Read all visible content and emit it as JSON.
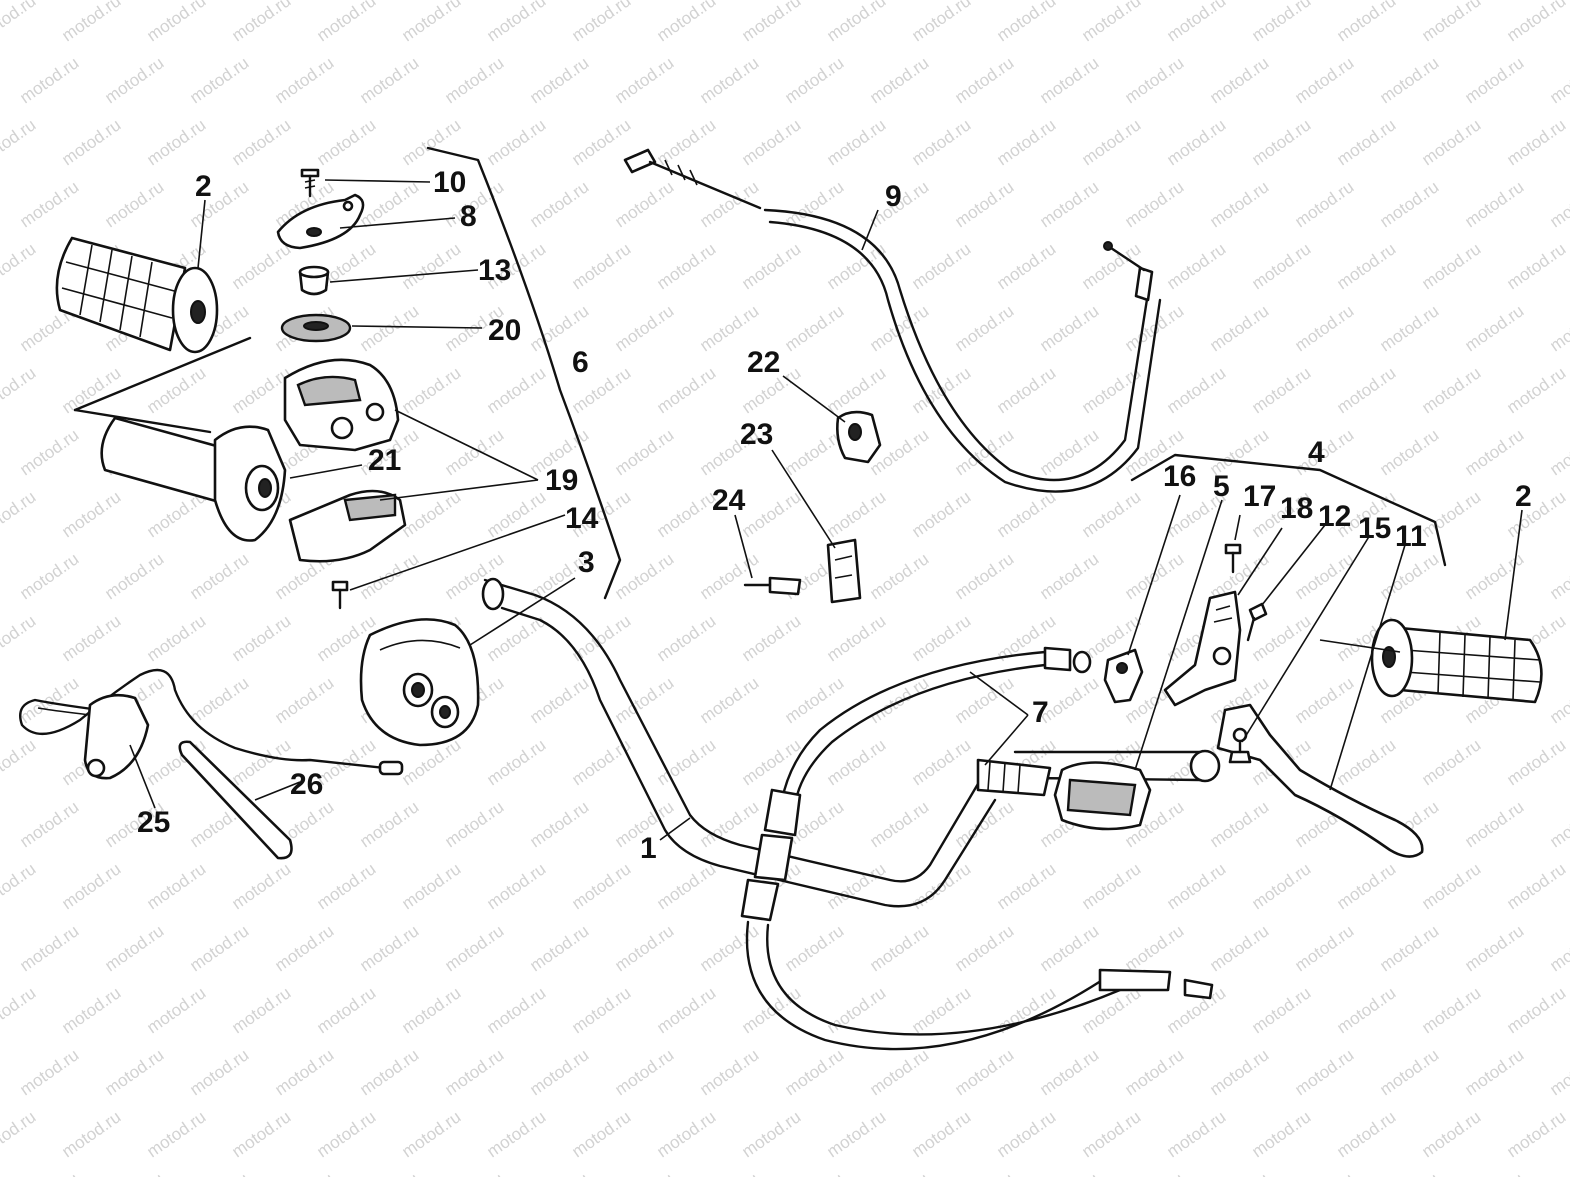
{
  "watermark": "motod.ru",
  "labels": {
    "l1": "1",
    "l2a": "2",
    "l2b": "2",
    "l3": "3",
    "l4": "4",
    "l5": "5",
    "l6": "6",
    "l7": "7",
    "l8": "8",
    "l9": "9",
    "l10": "10",
    "l11": "11",
    "l12": "12",
    "l13": "13",
    "l14": "14",
    "l15": "15",
    "l16": "16",
    "l17": "17",
    "l18": "18",
    "l19": "19",
    "l20": "20",
    "l21": "21",
    "l22": "22",
    "l23": "23",
    "l24": "24",
    "l25": "25",
    "l26": "26"
  }
}
